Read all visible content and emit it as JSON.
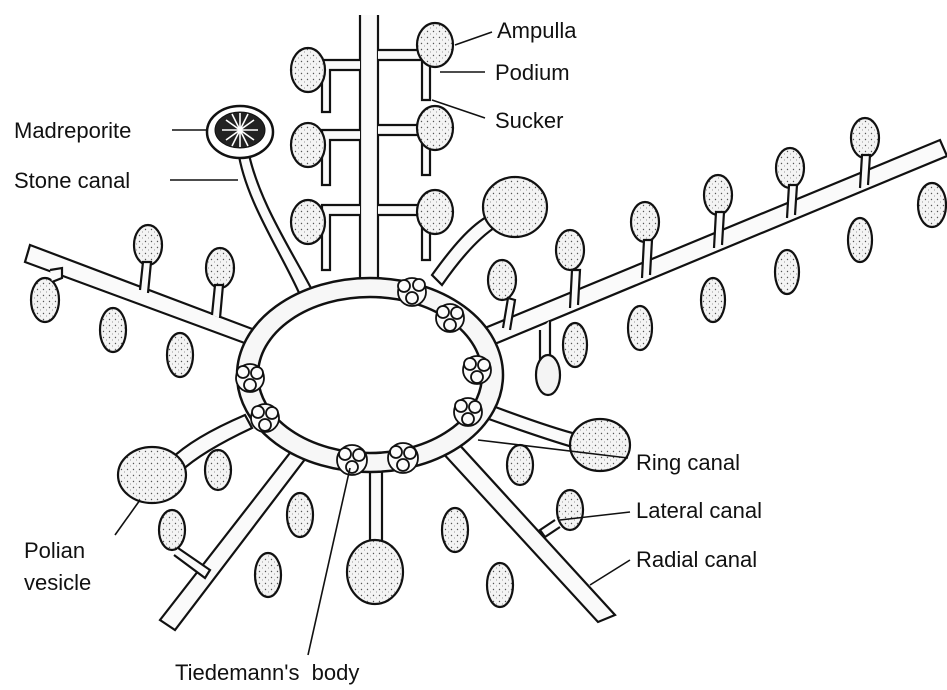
{
  "labels": {
    "ampulla": "Ampulla",
    "podium": "Podium",
    "sucker": "Sucker",
    "madreporite": "Madreporite",
    "stone_canal": "Stone canal",
    "ring_canal": "Ring canal",
    "lateral_canal": "Lateral canal",
    "radial_canal": "Radial canal",
    "polian_vesicle_line1": "Polian",
    "polian_vesicle_line2": "vesicle",
    "tiedemanns_body": "Tiedemann's  body"
  },
  "colors": {
    "ink": "#111111",
    "paper": "#ffffff"
  }
}
